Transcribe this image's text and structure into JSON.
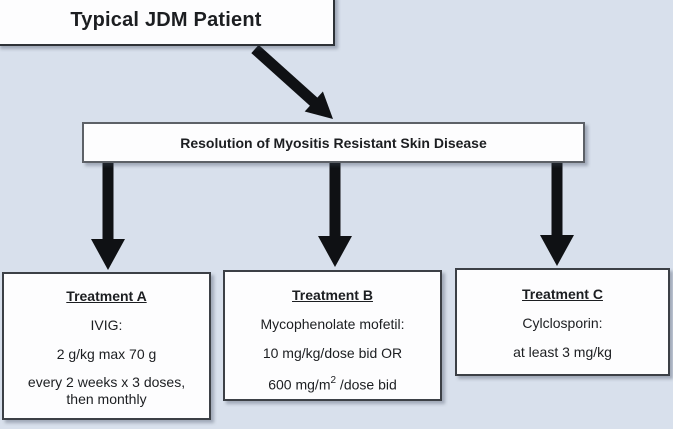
{
  "palette": {
    "background": "#d8e0ec",
    "box_fill": "#fdfdfe",
    "box_border": "#3c4046",
    "arrow_color": "#0f1114",
    "text_color": "#1c1e21"
  },
  "flowchart": {
    "root_box": {
      "title": "Typical JDM Patient"
    },
    "decision_box": {
      "title": "Resolution of Myositis Resistant Skin Disease"
    },
    "treatment_a": {
      "heading": "Treatment A",
      "drug": "IVIG:",
      "dose": "2 g/kg max 70 g",
      "schedule_line1": "every 2 weeks x 3 doses,",
      "schedule_line2": "then monthly"
    },
    "treatment_b": {
      "heading": "Treatment B",
      "drug": "Mycophenolate mofetil:",
      "dose_option1": "10 mg/kg/dose bid OR",
      "dose_option2_pre": "600 mg/m",
      "dose_option2_sup": "2",
      "dose_option2_post": " /dose bid"
    },
    "treatment_c": {
      "heading": "Treatment C",
      "drug": "Cylclosporin:",
      "dose": "at least 3 mg/kg"
    }
  }
}
